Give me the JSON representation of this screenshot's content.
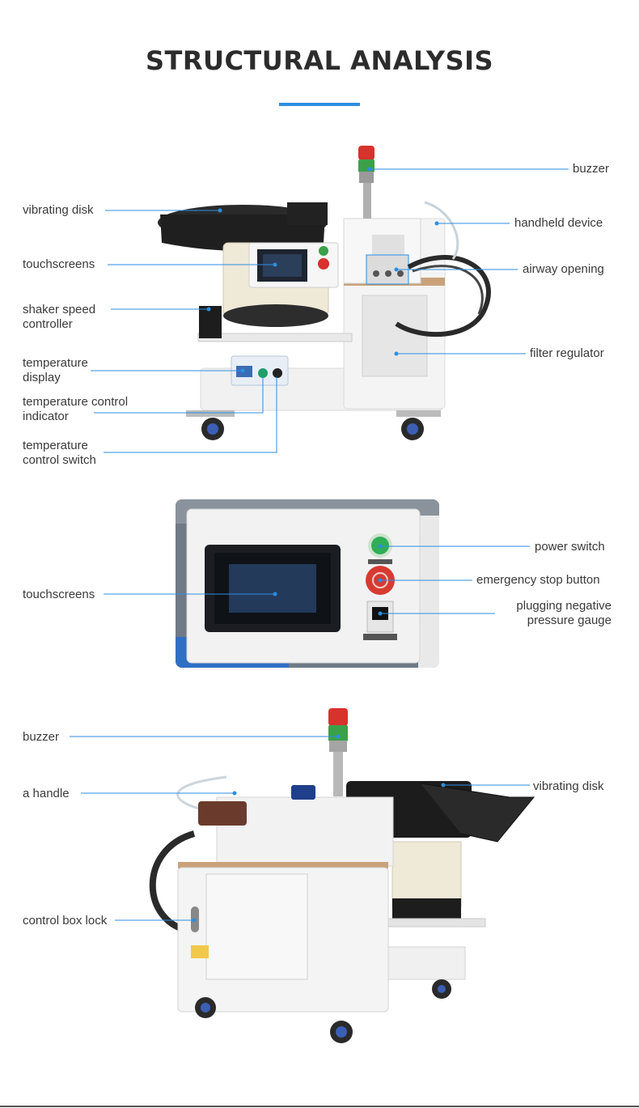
{
  "title": "STRUCTURAL ANALYSIS",
  "colors": {
    "accent": "#2d8ee0",
    "text": "#3a3a3a"
  },
  "section1": {
    "labels": {
      "buzzer": "buzzer",
      "vibrating_disk": "vibrating disk",
      "handheld_device": "handheld device",
      "touchscreens": "touchscreens",
      "airway_opening": "airway opening",
      "shaker_speed_1": "shaker speed",
      "shaker_speed_2": "controller",
      "filter_regulator": "filter regulator",
      "temp_display_1": "temperature",
      "temp_display_2": "display",
      "temp_indicator_1": "temperature control",
      "temp_indicator_2": "indicator",
      "temp_switch_1": "temperature",
      "temp_switch_2": "control switch"
    }
  },
  "section2": {
    "labels": {
      "touchscreens": "touchscreens",
      "power_switch": "power switch",
      "emergency_stop": "emergency stop button",
      "gauge_1": "plugging negative",
      "gauge_2": "pressure gauge"
    }
  },
  "section3": {
    "labels": {
      "buzzer": "buzzer",
      "handle": "a handle",
      "vibrating_disk": "vibrating disk",
      "control_box_lock": "control box lock"
    }
  }
}
